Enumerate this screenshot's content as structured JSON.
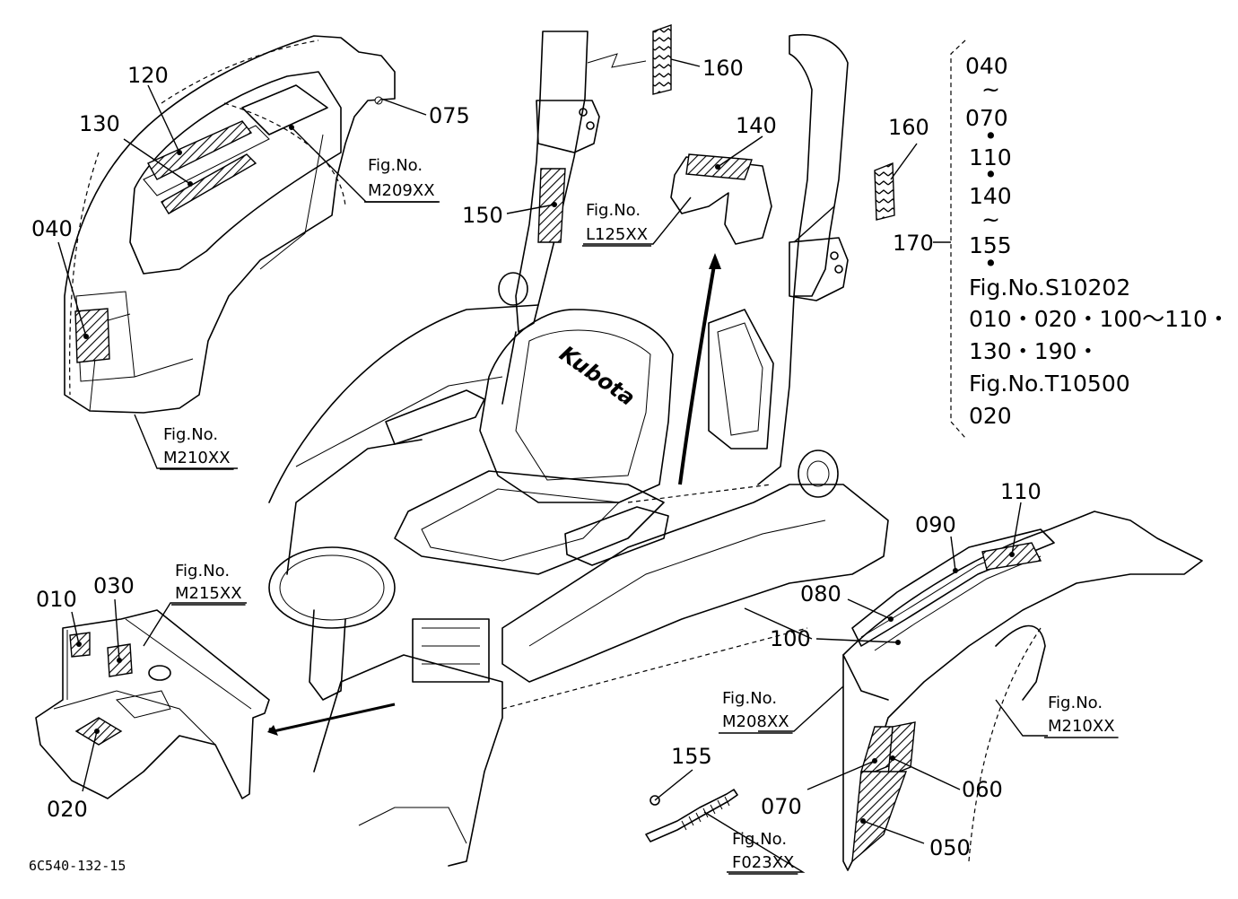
{
  "parts": {
    "p010": "010",
    "p020": "020",
    "p030": "030",
    "p040": "040",
    "p050": "050",
    "p060": "060",
    "p070": "070",
    "p075": "075",
    "p080": "080",
    "p090": "090",
    "p100": "100",
    "p110": "110",
    "p120": "120",
    "p130": "130",
    "p140": "140",
    "p150": "150",
    "p155": "155",
    "p160a": "160",
    "p160b": "160",
    "p170": "170"
  },
  "figrefs": {
    "m209": {
      "title": "Fig.No.",
      "code": "M209XX"
    },
    "m210_left": {
      "title": "Fig.No.",
      "code": "M210XX"
    },
    "m210_right": {
      "title": "Fig.No.",
      "code": "M210XX"
    },
    "m215": {
      "title": "Fig.No.",
      "code": "M215XX"
    },
    "m208": {
      "title": "Fig.No.",
      "code": "M208XX"
    },
    "l125": {
      "title": "Fig.No.",
      "code": "L125XX"
    },
    "f023": {
      "title": "Fig.No.",
      "code": "F023XX"
    }
  },
  "bracket": {
    "lines": [
      "040",
      "~",
      "070",
      "•",
      "110",
      "•",
      "140",
      "~",
      "155",
      "•",
      "Fig.No.S10202",
      "010・020・100〜110・",
      "130・190・",
      "Fig.No.T10500",
      "020"
    ]
  },
  "brand": "Kubota",
  "drawing_code": "6C540-132-15"
}
